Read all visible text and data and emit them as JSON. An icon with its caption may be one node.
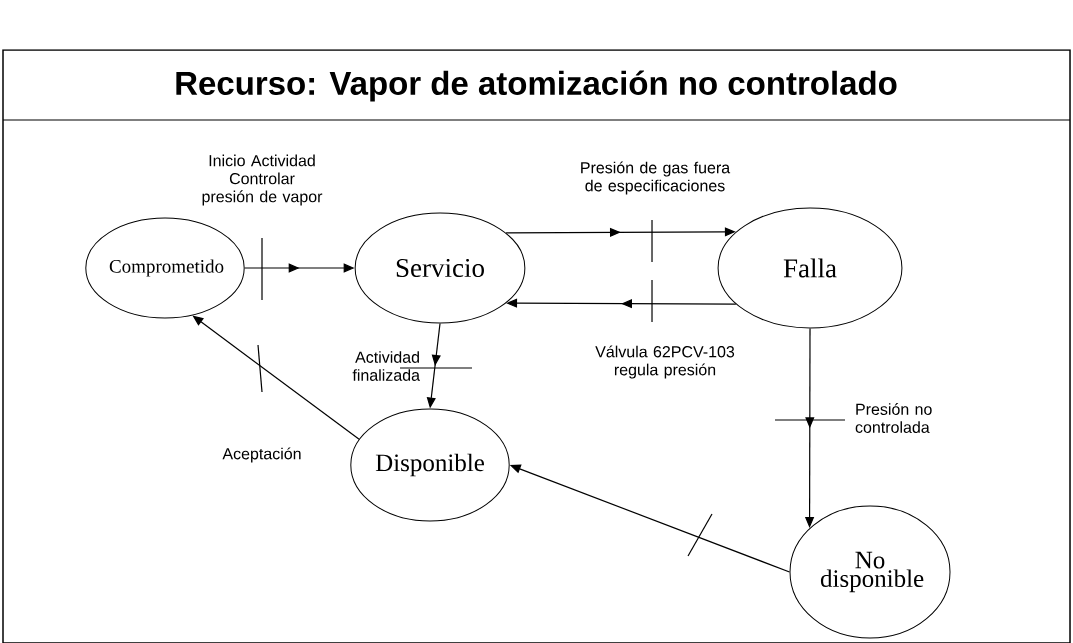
{
  "diagram": {
    "title": "Recurso: Vapor de atomización no controlado",
    "nodes": [
      {
        "text": [
          "Comprometido"
        ]
      },
      {
        "text": [
          "Servicio"
        ]
      },
      {
        "text": [
          "Falla"
        ]
      },
      {
        "text": [
          "Disponible"
        ]
      },
      {
        "text": [
          "No disponible"
        ]
      }
    ],
    "edges": [
      {
        "from": 0,
        "to": 1,
        "arrow": "to",
        "label": "Inicio Actividad Controlar presión de vapor"
      },
      {
        "from": 1,
        "to": 2,
        "arrow": "to",
        "label": "Presión de gas fuera de especificaciones"
      },
      {
        "from": 2,
        "to": 1,
        "arrow": "to",
        "label": "Válvula 62PCV-103 regula presión"
      },
      {
        "from": 1,
        "to": 3,
        "arrow": "to",
        "label": "Actividad finalizada"
      },
      {
        "from": 2,
        "to": 4,
        "arrow": "to",
        "label": "Presión no controlada"
      },
      {
        "from": 4,
        "to": 3,
        "arrow": "to"
      },
      {
        "from": 3,
        "to": 0,
        "arrow": "to",
        "label": "Aceptación"
      }
    ]
  }
}
